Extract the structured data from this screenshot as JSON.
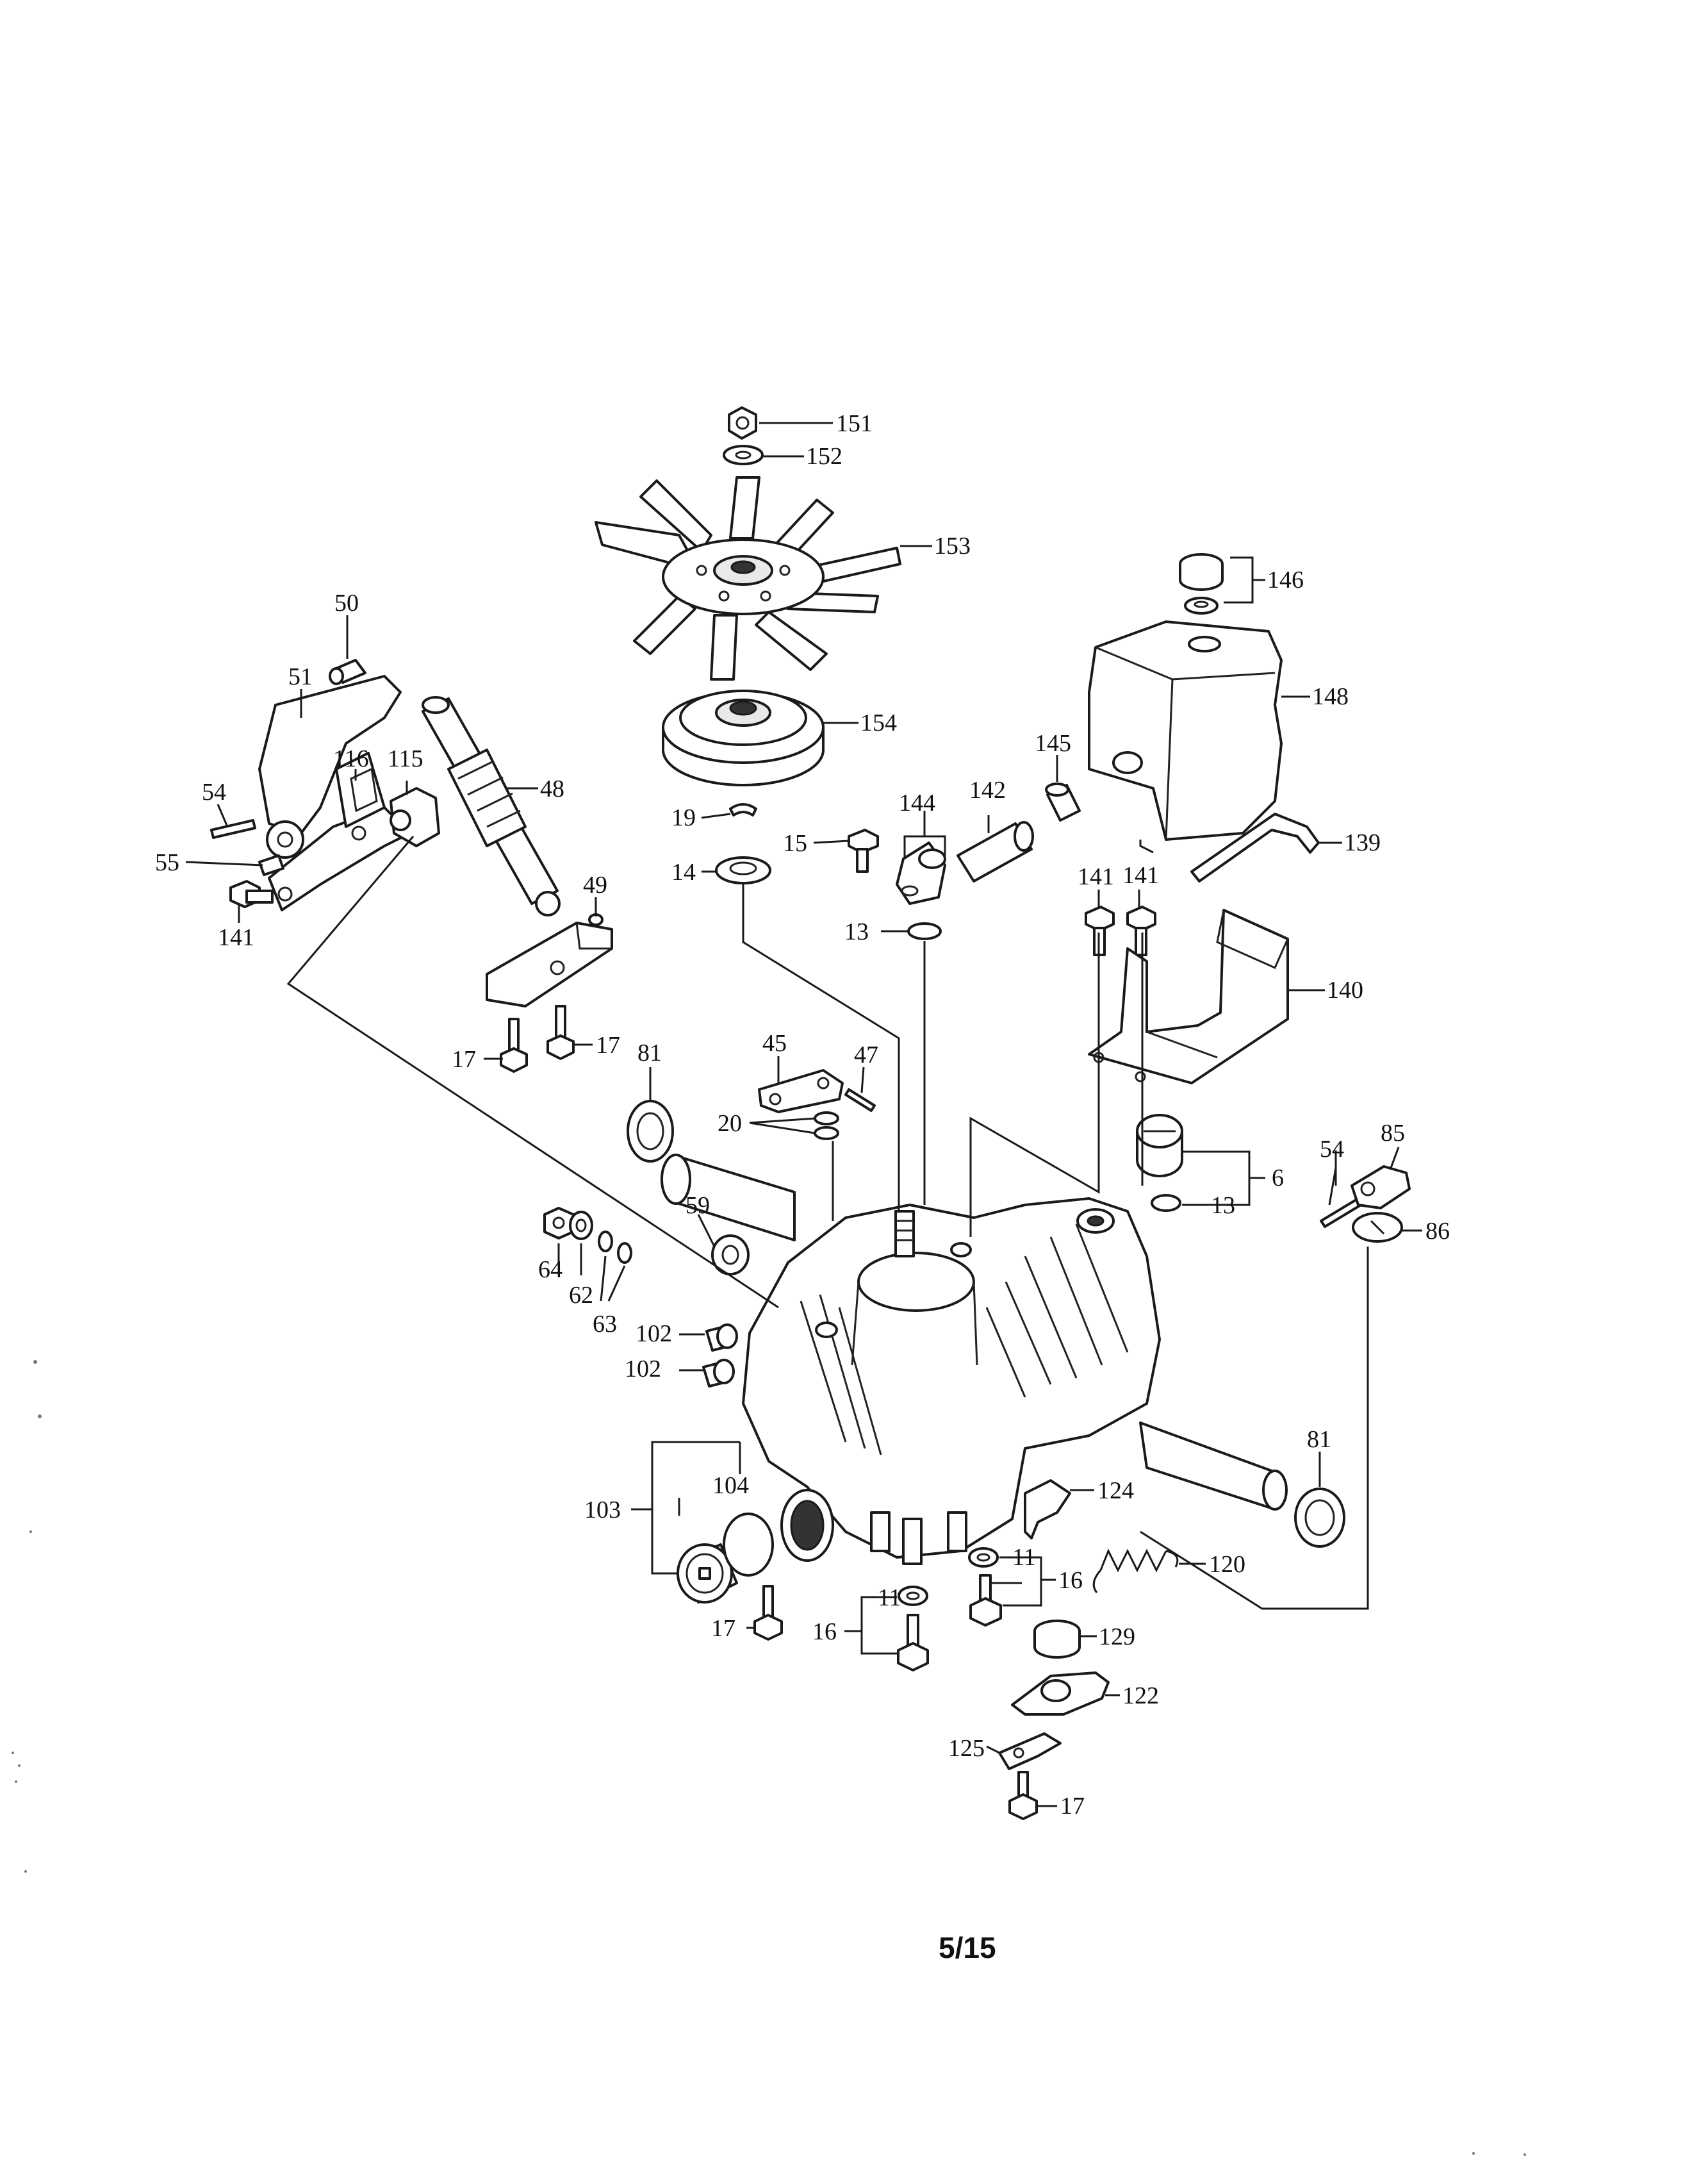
{
  "page_number": "5/15",
  "callouts": {
    "c151": "151",
    "c152": "152",
    "c153": "153",
    "c154": "154",
    "c146": "146",
    "c148": "148",
    "c139": "139",
    "c140": "140",
    "c145": "145",
    "c142": "142",
    "c144": "144",
    "c50": "50",
    "c51": "51",
    "c116": "116",
    "c115": "115",
    "c48": "48",
    "c54a": "54",
    "c55": "55",
    "c141a": "141",
    "c49": "49",
    "c17a": "17",
    "c17b": "17",
    "c81a": "81",
    "c19": "19",
    "c14": "14",
    "c15": "15",
    "c13a": "13",
    "c141b": "141",
    "c141c": "141",
    "c45": "45",
    "c47": "47",
    "c20": "20",
    "c6": "6",
    "c13b": "13",
    "c54b": "54",
    "c85": "85",
    "c86": "86",
    "c59": "59",
    "c64": "64",
    "c62": "62",
    "c63": "63",
    "c102a": "102",
    "c102b": "102",
    "c81b": "81",
    "c103": "103",
    "c104": "104",
    "c124": "124",
    "c120": "120",
    "c11a": "11",
    "c16a": "16",
    "c11b": "11",
    "c16b": "16",
    "c17c": "17",
    "c129": "129",
    "c122": "122",
    "c125": "125",
    "c17d": "17"
  }
}
